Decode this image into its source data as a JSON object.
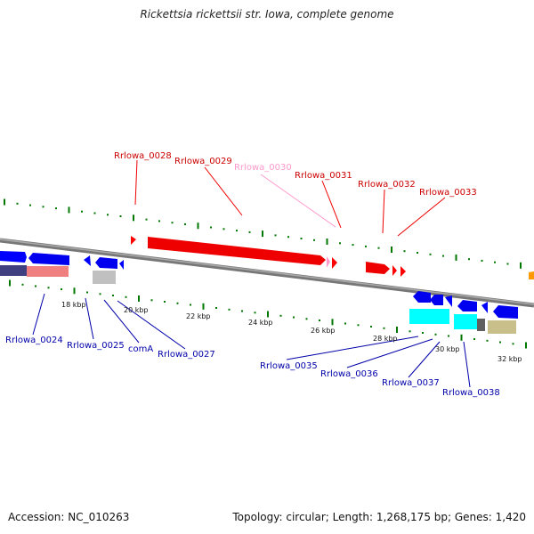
{
  "title": "Rickettsia rickettsii str. Iowa, complete genome",
  "accession_text": "Accession: NC_010263",
  "summary_text": "Topology: circular; Length: 1,268,175 bp; Genes: 1,420",
  "colors": {
    "forward_gene": "#ff0000",
    "forward_label": "#cc0000",
    "pseudo_gene": "#ff99cc",
    "reverse_gene": "#0000ff",
    "reverse_label": "#0000aa",
    "cog_cyan": "#00ffff",
    "cog_khaki": "#c8bf8a",
    "cog_salmon": "#f08080",
    "cog_navy": "#404080",
    "cog_gray": "#c0c0c0",
    "tick_green": "#007700",
    "backbone": "#888888"
  },
  "scale_labels": [
    "18 kbp",
    "20 kbp",
    "22 kbp",
    "24 kbp",
    "26 kbp",
    "28 kbp",
    "30 kbp",
    "32 kbp"
  ],
  "forward_genes": [
    "Rrlowa_0028",
    "Rrlowa_0029",
    "Rrlowa_0030",
    "Rrlowa_0031",
    "Rrlowa_0032",
    "Rrlowa_0033"
  ],
  "reverse_genes": [
    "Rrlowa_0024",
    "Rrlowa_0025",
    "comA",
    "Rrlowa_0027",
    "Rrlowa_0035",
    "Rrlowa_0036",
    "Rrlowa_0037",
    "Rrlowa_0038"
  ]
}
